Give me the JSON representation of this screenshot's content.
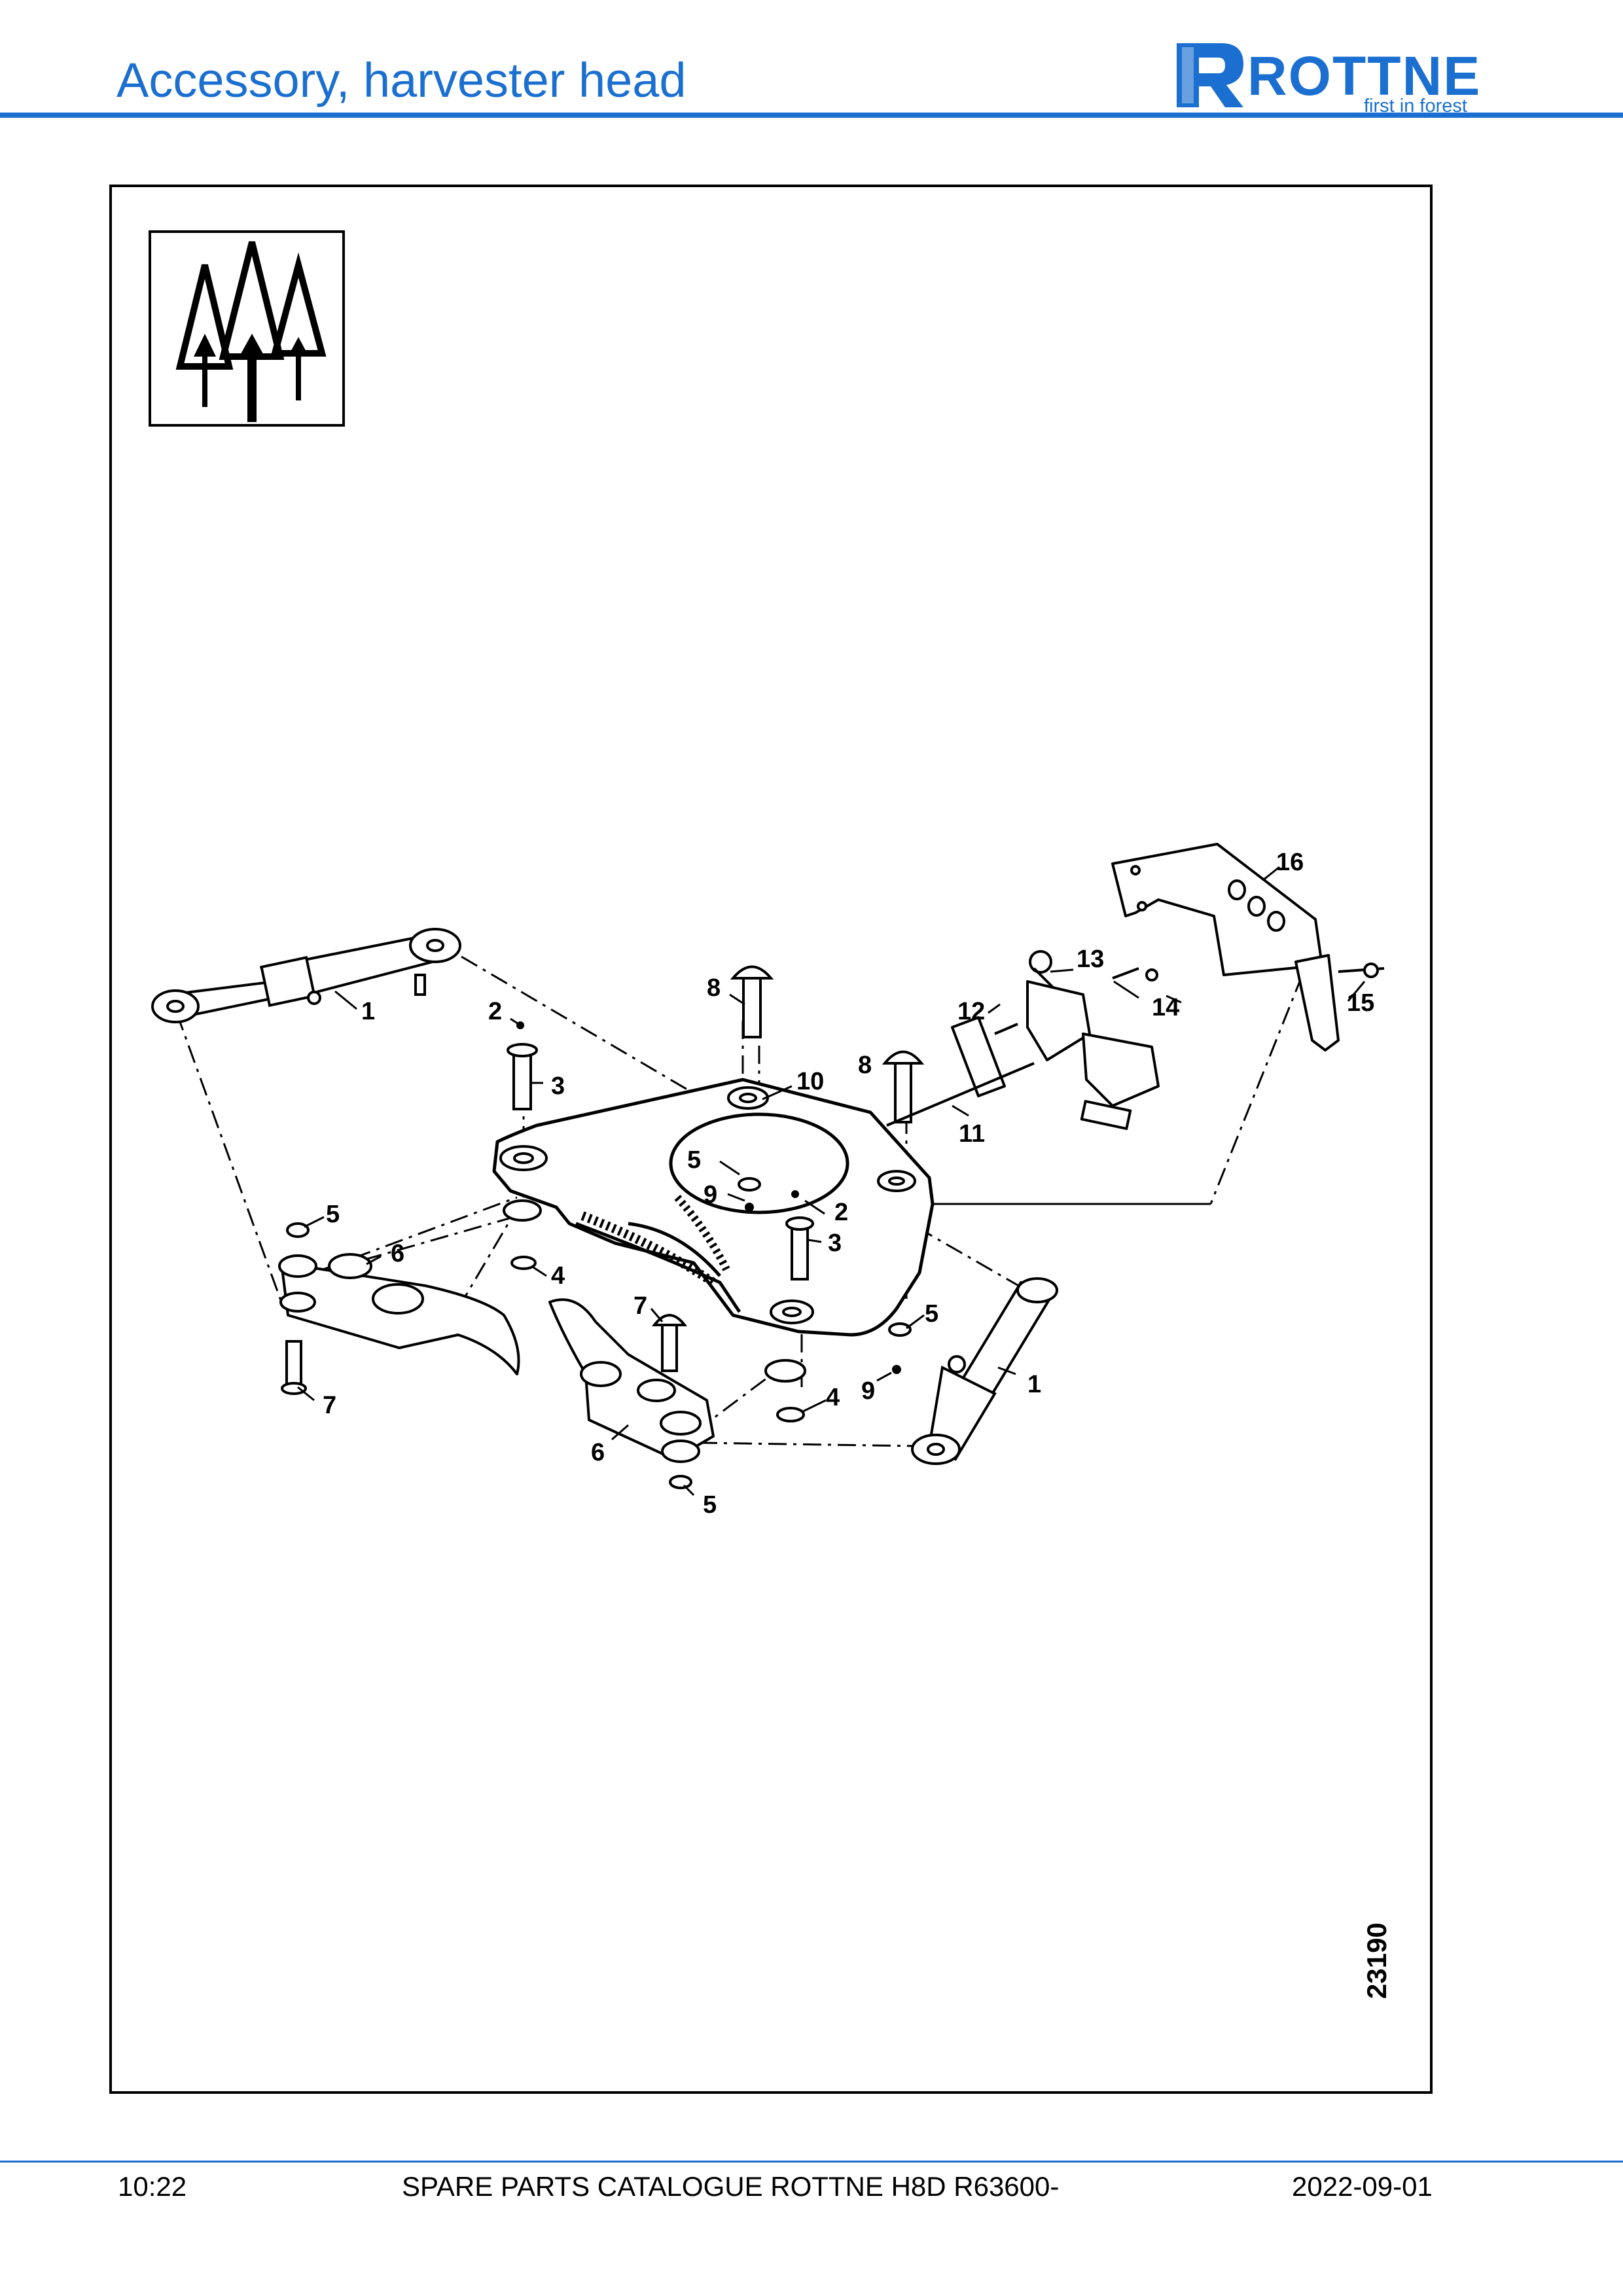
{
  "header": {
    "title": "Accessory, harvester head",
    "logo_word": "ROTTNE",
    "logo_tagline": "first in forest"
  },
  "figure": {
    "callouts": [
      "1",
      "2",
      "3",
      "8",
      "10",
      "12",
      "13",
      "14",
      "15",
      "16",
      "5",
      "9",
      "2",
      "3",
      "5",
      "6",
      "4",
      "7",
      "5",
      "11",
      "8",
      "7",
      "4",
      "9",
      "1",
      "6",
      "5"
    ],
    "drawing_number": "23190",
    "icon": "forest-trees-icon"
  },
  "footer": {
    "page": "10:22",
    "catalogue": "SPARE PARTS CATALOGUE ROTTNE H8D R63600-",
    "date": "2022-09-01"
  },
  "colors": {
    "brand_blue": "#1a6fd0",
    "line": "#000000"
  }
}
